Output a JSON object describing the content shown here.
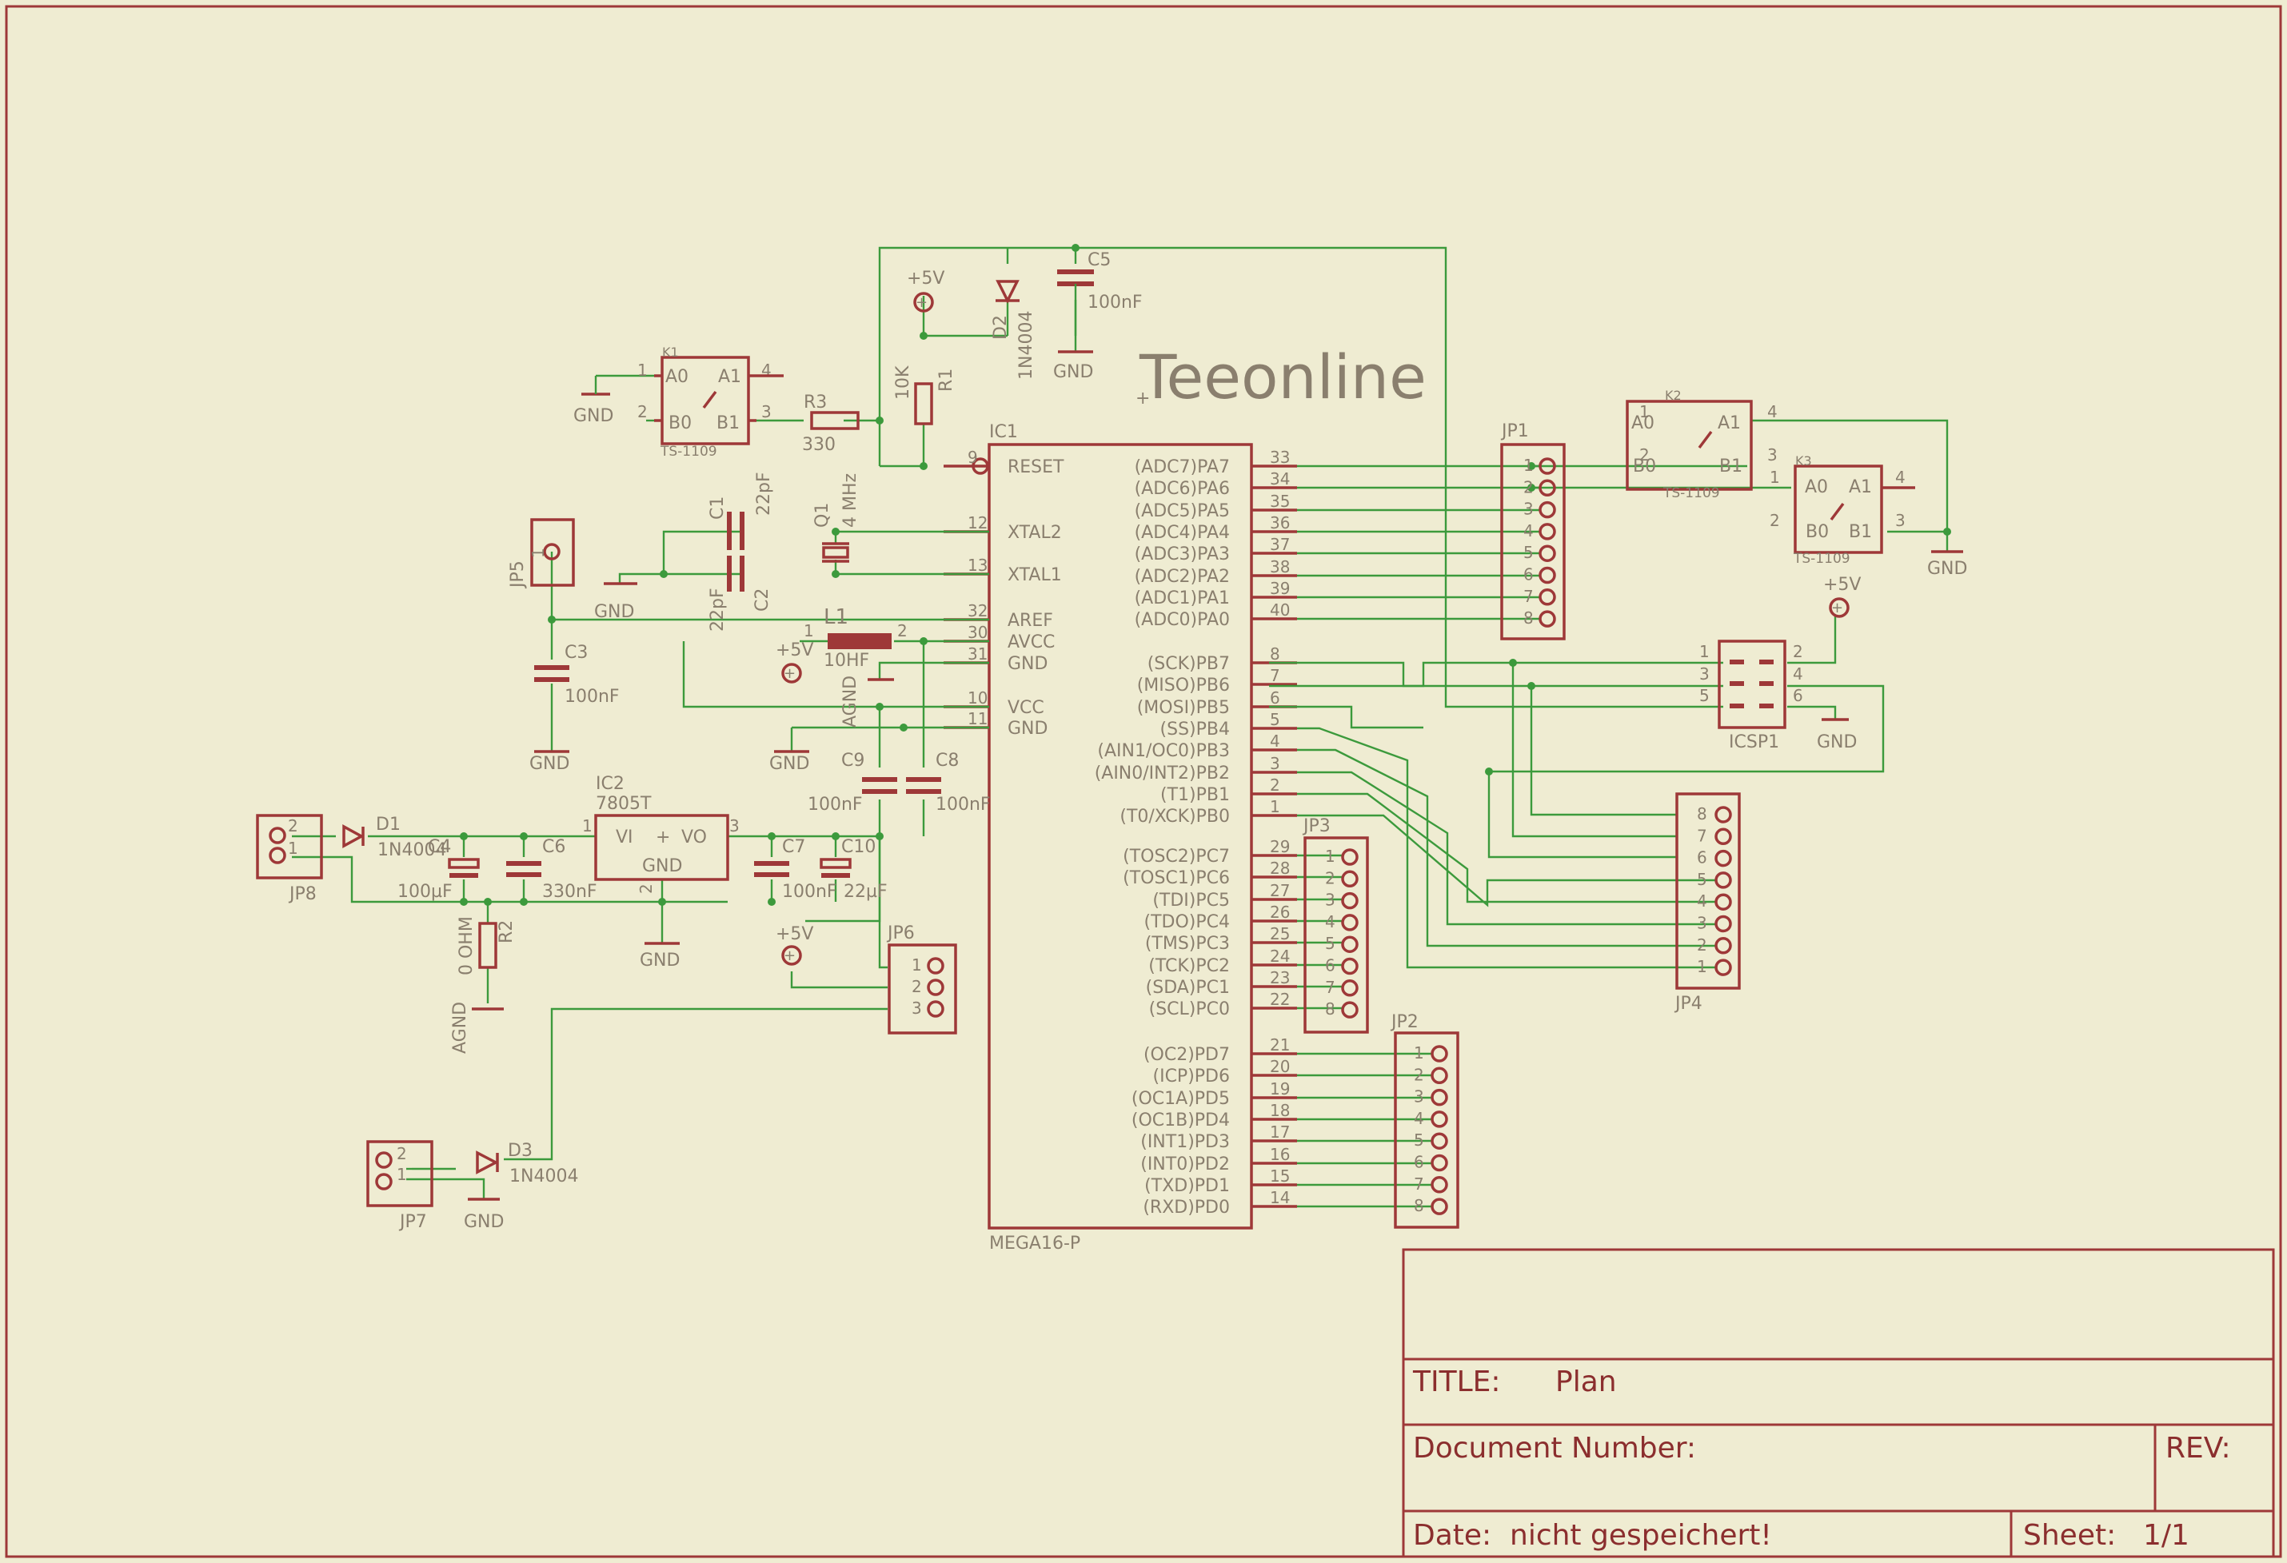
{
  "watermark": "Teeonline",
  "title_block": {
    "title_label": "TITLE:",
    "title_value": "Plan",
    "docnum_label": "Document Number:",
    "rev_label": "REV:",
    "date_label": "Date:",
    "date_value": "nicht gespeichert!",
    "sheet_label": "Sheet:",
    "sheet_value": "1/1"
  },
  "ic1": {
    "ref": "IC1",
    "name": "MEGA16-P",
    "left_pins": [
      {
        "num": "9",
        "name": "RESET"
      },
      {
        "num": "12",
        "name": "XTAL2"
      },
      {
        "num": "13",
        "name": "XTAL1"
      },
      {
        "num": "32",
        "name": "AREF"
      },
      {
        "num": "30",
        "name": "AVCC"
      },
      {
        "num": "31",
        "name": "GND"
      },
      {
        "num": "10",
        "name": "VCC"
      },
      {
        "num": "11",
        "name": "GND"
      }
    ],
    "right_pins": [
      {
        "num": "33",
        "name": "(ADC7)PA7"
      },
      {
        "num": "34",
        "name": "(ADC6)PA6"
      },
      {
        "num": "35",
        "name": "(ADC5)PA5"
      },
      {
        "num": "36",
        "name": "(ADC4)PA4"
      },
      {
        "num": "37",
        "name": "(ADC3)PA3"
      },
      {
        "num": "38",
        "name": "(ADC2)PA2"
      },
      {
        "num": "39",
        "name": "(ADC1)PA1"
      },
      {
        "num": "40",
        "name": "(ADC0)PA0"
      },
      {
        "num": "8",
        "name": "(SCK)PB7"
      },
      {
        "num": "7",
        "name": "(MISO)PB6"
      },
      {
        "num": "6",
        "name": "(MOSI)PB5"
      },
      {
        "num": "5",
        "name": "(SS)PB4"
      },
      {
        "num": "4",
        "name": "(AIN1/OC0)PB3"
      },
      {
        "num": "3",
        "name": "(AIN0/INT2)PB2"
      },
      {
        "num": "2",
        "name": "(T1)PB1"
      },
      {
        "num": "1",
        "name": "(T0/XCK)PB0"
      },
      {
        "num": "29",
        "name": "(TOSC2)PC7"
      },
      {
        "num": "28",
        "name": "(TOSC1)PC6"
      },
      {
        "num": "27",
        "name": "(TDI)PC5"
      },
      {
        "num": "26",
        "name": "(TDO)PC4"
      },
      {
        "num": "25",
        "name": "(TMS)PC3"
      },
      {
        "num": "24",
        "name": "(TCK)PC2"
      },
      {
        "num": "23",
        "name": "(SDA)PC1"
      },
      {
        "num": "22",
        "name": "(SCL)PC0"
      },
      {
        "num": "21",
        "name": "(OC2)PD7"
      },
      {
        "num": "20",
        "name": "(ICP)PD6"
      },
      {
        "num": "19",
        "name": "(OC1A)PD5"
      },
      {
        "num": "18",
        "name": "(OC1B)PD4"
      },
      {
        "num": "17",
        "name": "(INT1)PD3"
      },
      {
        "num": "16",
        "name": "(INT0)PD2"
      },
      {
        "num": "15",
        "name": "(TXD)PD1"
      },
      {
        "num": "14",
        "name": "(RXD)PD0"
      }
    ]
  },
  "ic2": {
    "ref": "IC2",
    "name": "7805T",
    "vi": "VI",
    "vo": "VO",
    "gnd": "GND",
    "pin1": "1",
    "pin2": "2",
    "pin3": "3"
  },
  "relays": [
    {
      "ref": "K1",
      "type": "TS-1109",
      "a0": "A0",
      "a1": "A1",
      "b0": "B0",
      "b1": "B1",
      "p1": "1",
      "p2": "2",
      "p3": "3",
      "p4": "4"
    },
    {
      "ref": "K2",
      "type": "TS-1109",
      "a0": "A0",
      "a1": "A1",
      "b0": "B0",
      "b1": "B1",
      "p1": "1",
      "p2": "2",
      "p3": "3",
      "p4": "4"
    },
    {
      "ref": "K3",
      "type": "TS-1109",
      "a0": "A0",
      "a1": "A1",
      "b0": "B0",
      "b1": "B1",
      "p1": "1",
      "p2": "2",
      "p3": "3",
      "p4": "4"
    }
  ],
  "components": {
    "r1": {
      "ref": "R1",
      "value": "10K"
    },
    "r2": {
      "ref": "R2",
      "value": "0 OHM"
    },
    "r3": {
      "ref": "R3",
      "value": "330"
    },
    "c1": {
      "ref": "C1",
      "value": "22pF"
    },
    "c2": {
      "ref": "C2",
      "value": "22pF"
    },
    "c3": {
      "ref": "C3",
      "value": "100nF"
    },
    "c4": {
      "ref": "C4",
      "value": "100µF"
    },
    "c5": {
      "ref": "C5",
      "value": "100nF"
    },
    "c6": {
      "ref": "C6",
      "value": "330nF"
    },
    "c7": {
      "ref": "C7",
      "value": "100nF"
    },
    "c8": {
      "ref": "C8",
      "value": "100nF"
    },
    "c9": {
      "ref": "C9",
      "value": "100nF"
    },
    "c10": {
      "ref": "C10",
      "value": "22µF"
    },
    "d1": {
      "ref": "D1",
      "value": "1N4004"
    },
    "d2": {
      "ref": "D2",
      "value": "1N4004"
    },
    "d3": {
      "ref": "D3",
      "value": "1N4004"
    },
    "q1": {
      "ref": "Q1",
      "value": "4 MHz"
    },
    "l1": {
      "ref": "L1",
      "value": "10HF",
      "p1": "1",
      "p2": "2"
    }
  },
  "connectors": {
    "jp1": {
      "ref": "JP1",
      "pins": [
        "1",
        "2",
        "3",
        "4",
        "5",
        "6",
        "7",
        "8"
      ]
    },
    "jp2": {
      "ref": "JP2",
      "pins": [
        "1",
        "2",
        "3",
        "4",
        "5",
        "6",
        "7",
        "8"
      ]
    },
    "jp3": {
      "ref": "JP3",
      "pins": [
        "1",
        "2",
        "3",
        "4",
        "5",
        "6",
        "7",
        "8"
      ]
    },
    "jp4": {
      "ref": "JP4",
      "pins": [
        "8",
        "7",
        "6",
        "5",
        "4",
        "3",
        "2",
        "1"
      ]
    },
    "jp5": {
      "ref": "JP5",
      "pins": [
        "1"
      ]
    },
    "jp6": {
      "ref": "JP6",
      "pins": [
        "1",
        "2",
        "3"
      ]
    },
    "jp7": {
      "ref": "JP7",
      "pins": [
        "2",
        "1"
      ]
    },
    "jp8": {
      "ref": "JP8",
      "pins": [
        "2",
        "1"
      ]
    },
    "icsp1": {
      "ref": "ICSP1",
      "left": [
        "1",
        "3",
        "5"
      ],
      "right": [
        "2",
        "4",
        "6"
      ]
    }
  },
  "power": {
    "vcc": "+5V",
    "gnd": "GND",
    "agnd": "AGND"
  }
}
